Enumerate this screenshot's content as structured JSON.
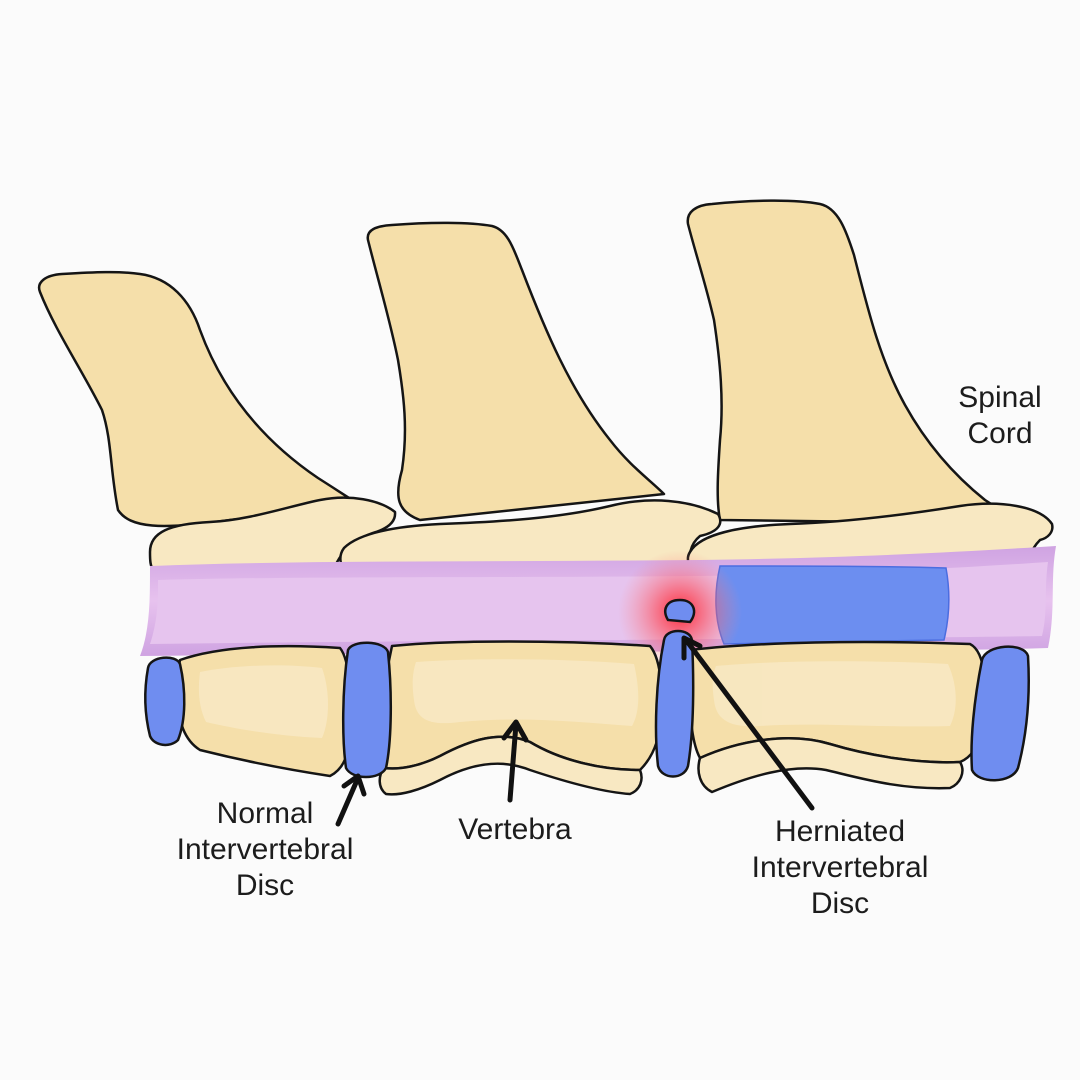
{
  "labels": {
    "spinal_cord": [
      "Spinal",
      "Cord"
    ],
    "normal_disc": [
      "Normal",
      "Intervertebral",
      "Disc"
    ],
    "vertebra": [
      "Vertebra"
    ],
    "herniated_disc": [
      "Herniated",
      "Intervertebral",
      "Disc"
    ]
  },
  "colors": {
    "background": "#fbfbfb",
    "bone": "#f5dfaa",
    "bone_light": "#f8e8c2",
    "outline": "#151515",
    "spinal_cord": "#e4bdeb",
    "spinal_cord_edge": "#c99fe0",
    "disc": "#6f8df0",
    "compressed_cord": "#6c8ef0",
    "inflammation": "#ff2a35"
  }
}
